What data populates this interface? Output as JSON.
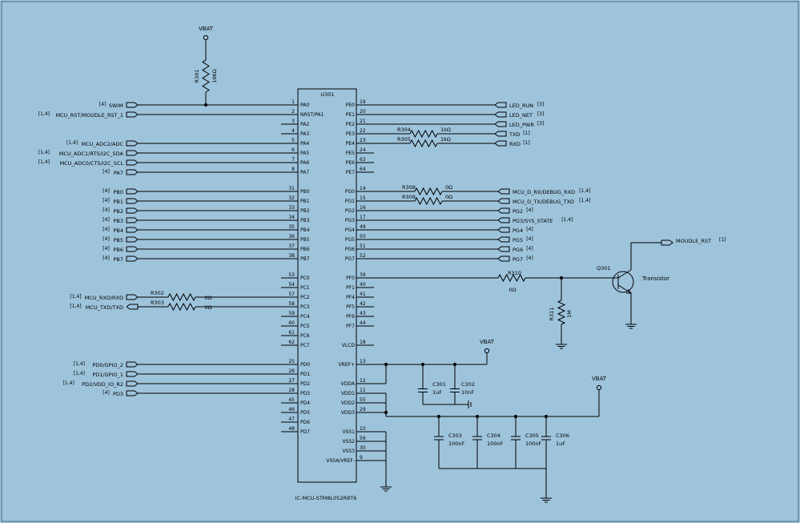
{
  "chip": {
    "ref": "U301",
    "part": "IC-MCU-STM8L052R8T6"
  },
  "vbat": [
    "VBAT",
    "VBAT",
    "VBAT"
  ],
  "r301": {
    "ref": "R301",
    "value": "10KΩ"
  },
  "left_nets": [
    {
      "label": "SWIM",
      "note": "[4]"
    },
    {
      "label": "MCU_RST/MOUDLE_RST_1",
      "note": "[1,4]"
    },
    {
      "label": "MCU_ADC2/ADC",
      "note": "[1,4]"
    },
    {
      "label": "MCU_ADC1/RTS/I2C_SDA",
      "note": "[1,4]"
    },
    {
      "label": "MCU_ADC0/CTS/I2C_SCL",
      "note": "[1,4]"
    },
    {
      "label": "PA7",
      "note": "[4]"
    },
    {
      "label": "PB0",
      "note": "[4]"
    },
    {
      "label": "PB1",
      "note": "[4]"
    },
    {
      "label": "PB2",
      "note": "[4]"
    },
    {
      "label": "PB3",
      "note": "[4]"
    },
    {
      "label": "PB4",
      "note": "[4]"
    },
    {
      "label": "PB5",
      "note": "[4]"
    },
    {
      "label": "PB6",
      "note": "[4]"
    },
    {
      "label": "PB7",
      "note": "[4]"
    },
    {
      "label": "MCU_RXD/RXD",
      "note": "[1,4]"
    },
    {
      "label": "MCU_TXD/TXD",
      "note": "[1,4]"
    },
    {
      "label": "PD0/GPIO_2",
      "note": "[1,4]"
    },
    {
      "label": "PD1/GPIO_1",
      "note": "[1,4]"
    },
    {
      "label": "PD2/VDD_IO_R2",
      "note": "[1,4]"
    },
    {
      "label": "PD3",
      "note": "[4]"
    }
  ],
  "left_pins": [
    {
      "num": "1",
      "name": "PA0"
    },
    {
      "num": "2",
      "name": "NRST/PA1"
    },
    {
      "num": "3",
      "name": "PA2"
    },
    {
      "num": "4",
      "name": "PA3"
    },
    {
      "num": "5",
      "name": "PA4"
    },
    {
      "num": "6",
      "name": "PA5"
    },
    {
      "num": "7",
      "name": "PA6"
    },
    {
      "num": "8",
      "name": "PA7"
    },
    {
      "num": "31",
      "name": "PB0"
    },
    {
      "num": "32",
      "name": "PB1"
    },
    {
      "num": "33",
      "name": "PB2"
    },
    {
      "num": "34",
      "name": "PB3"
    },
    {
      "num": "35",
      "name": "PB4"
    },
    {
      "num": "36",
      "name": "PB5"
    },
    {
      "num": "37",
      "name": "PB6"
    },
    {
      "num": "38",
      "name": "PB7"
    },
    {
      "num": "53",
      "name": "PC0"
    },
    {
      "num": "54",
      "name": "PC1"
    },
    {
      "num": "57",
      "name": "PC2"
    },
    {
      "num": "58",
      "name": "PC3"
    },
    {
      "num": "59",
      "name": "PC4"
    },
    {
      "num": "60",
      "name": "PC5"
    },
    {
      "num": "61",
      "name": "PC6"
    },
    {
      "num": "62",
      "name": "PC7"
    },
    {
      "num": "25",
      "name": "PD0"
    },
    {
      "num": "26",
      "name": "PD1"
    },
    {
      "num": "27",
      "name": "PD2"
    },
    {
      "num": "28",
      "name": "PD3"
    },
    {
      "num": "45",
      "name": "PD4"
    },
    {
      "num": "46",
      "name": "PD5"
    },
    {
      "num": "47",
      "name": "PD6"
    },
    {
      "num": "48",
      "name": "PD7"
    }
  ],
  "right_pins": [
    {
      "num": "19",
      "name": "PE0"
    },
    {
      "num": "20",
      "name": "PE1"
    },
    {
      "num": "21",
      "name": "PE2"
    },
    {
      "num": "22",
      "name": "PE3"
    },
    {
      "num": "23",
      "name": "PE4"
    },
    {
      "num": "24",
      "name": "PE5"
    },
    {
      "num": "63",
      "name": "PE6"
    },
    {
      "num": "64",
      "name": "PE7"
    },
    {
      "num": "14",
      "name": "PG0"
    },
    {
      "num": "15",
      "name": "PG1"
    },
    {
      "num": "16",
      "name": "PG2"
    },
    {
      "num": "17",
      "name": "PG3"
    },
    {
      "num": "49",
      "name": "PG4"
    },
    {
      "num": "50",
      "name": "PG5"
    },
    {
      "num": "51",
      "name": "PG6"
    },
    {
      "num": "52",
      "name": "PG7"
    },
    {
      "num": "39",
      "name": "PF0"
    },
    {
      "num": "40",
      "name": "PF1"
    },
    {
      "num": "41",
      "name": "PF4"
    },
    {
      "num": "42",
      "name": "PF5"
    },
    {
      "num": "43",
      "name": "PF6"
    },
    {
      "num": "44",
      "name": "PF7"
    },
    {
      "num": "18",
      "name": "VLCD"
    },
    {
      "num": "13",
      "name": "VREF+"
    },
    {
      "num": "12",
      "name": "VDDA"
    },
    {
      "num": "11",
      "name": "VDD1"
    },
    {
      "num": "55",
      "name": "VDD2"
    },
    {
      "num": "29",
      "name": "VDD3"
    },
    {
      "num": "10",
      "name": "VSS1"
    },
    {
      "num": "56",
      "name": "VSS2"
    },
    {
      "num": "30",
      "name": "VSS3"
    },
    {
      "num": "9",
      "name": "VSSA/VREF-"
    }
  ],
  "right_nets": [
    {
      "label": "LED_RUN",
      "note": "[3]"
    },
    {
      "label": "LED_NET",
      "note": "[3]"
    },
    {
      "label": "LED_PWR",
      "note": "[3]"
    },
    {
      "label": "TXD",
      "note": "[1]"
    },
    {
      "label": "RXD",
      "note": "[1]"
    },
    {
      "label": "MCU_D_RX/DEBUG_RXD",
      "note": "[1,4]"
    },
    {
      "label": "MCU_D_TX/DEBUG_TXD",
      "note": "[1,4]"
    },
    {
      "label": "PG2",
      "note": "[4]"
    },
    {
      "label": "PG3/SYS_STATE",
      "note": "[1,4]"
    },
    {
      "label": "PG4",
      "note": "[4]"
    },
    {
      "label": "PG5",
      "note": "[4]"
    },
    {
      "label": "PG6",
      "note": "[4]"
    },
    {
      "label": "PG7",
      "note": "[4]"
    },
    {
      "label": "MOUDLE_RST",
      "note": "[1]"
    }
  ],
  "resistors": [
    {
      "ref": "R304",
      "value": "1kΩ"
    },
    {
      "ref": "R305",
      "value": "1kΩ"
    },
    {
      "ref": "R308",
      "value": "0Ω"
    },
    {
      "ref": "R309",
      "value": "0Ω"
    },
    {
      "ref": "R302",
      "value": "0Ω"
    },
    {
      "ref": "R303",
      "value": "0Ω"
    },
    {
      "ref": "R310",
      "value": "0Ω"
    },
    {
      "ref": "R311",
      "value": "1M"
    }
  ],
  "transistor": {
    "ref": "Q301",
    "label": "Transistor"
  },
  "capacitors": [
    {
      "ref": "C301",
      "value": "1uF"
    },
    {
      "ref": "C302",
      "value": "10nF"
    },
    {
      "ref": "C303",
      "value": "100nF"
    },
    {
      "ref": "C304",
      "value": "100nF"
    },
    {
      "ref": "C305",
      "value": "100nF"
    },
    {
      "ref": "C306",
      "value": "1uF"
    }
  ]
}
